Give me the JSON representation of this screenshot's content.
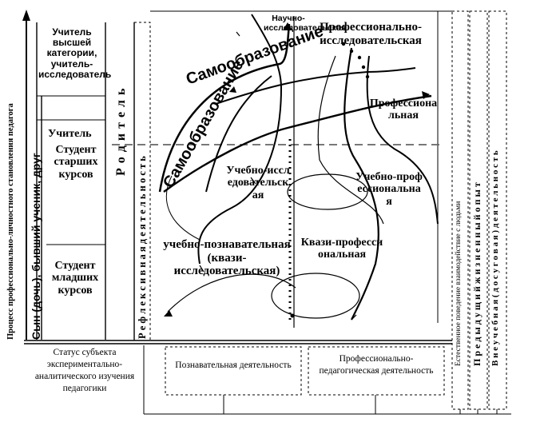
{
  "axis": {
    "title": "Процесс профессионально-личностного становления педагога"
  },
  "left_column": {
    "family_roles": "Сын (дочь), бывший ученик, друг",
    "parent": "Р о д и т е л ь"
  },
  "stages": {
    "teacher_highest": "Учитель высшей категории, учитель-исследователь",
    "teacher": "Учитель",
    "senior_students": "Студент старших курсов",
    "junior_students": "Студент младших курсов"
  },
  "reflexive": "Р е ф л е к с и в н а я   д е я т е л ь н о с т ь",
  "center_labels": {
    "self_education": "Самообразование",
    "self_education_2": "Самообразование",
    "scientific_research": "Научно-исследовательская",
    "professional_research": "Профессионально-исследовательская",
    "professional": "Профессиональная",
    "educational_research": "Учебно-исследовательская",
    "educational_professional": "Учебно-профессиональная",
    "educational_cognitive": "учебно-познавательная (квази-исследовательская)",
    "quasi_professional": "Квази-профессиональная"
  },
  "right_columns": {
    "natural_behavior": "Естественное поведение взаимодействие с людьми",
    "previous_experience": "П р е д ы д у щ и й   ж и з н е н н ы й   о п ы т",
    "extracurricular": "В н е у ч е б н а я   ( д о с у г о в а я )   д е я т е л ь н о с т ь"
  },
  "bottom": {
    "status": "Статус субъекта экспериментально-аналитического изучения педагогики",
    "cognitive_activity": "Познавательная деятельность",
    "prof_ped_activity": "Профессионально-педагогическая деятельность"
  }
}
